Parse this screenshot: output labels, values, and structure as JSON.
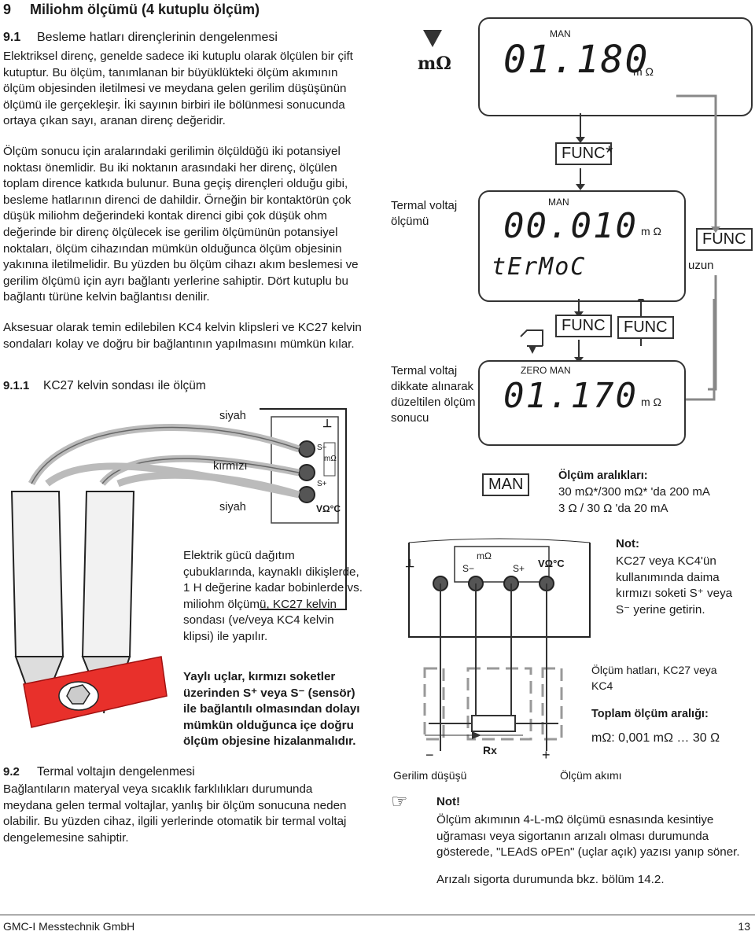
{
  "page": {
    "chapter_num": "9",
    "chapter_title": "Miliohm ölçümü (4 kutuplu ölçüm)",
    "footer_company": "GMC-I Messtechnik GmbH",
    "page_number": "13"
  },
  "s91": {
    "heading_num": "9.1",
    "heading_title": "Besleme hatları dirençlerinin dengelenmesi",
    "p1": "Elektriksel direnç, genelde sadece iki kutuplu olarak ölçülen bir çift kutuptur. Bu ölçüm, tanımlanan bir büyüklükteki ölçüm akımının ölçüm objesinden iletilmesi ve meydana gelen gerilim düşüşünün ölçümü ile gerçekleşir. İki sayının birbiri ile bölünmesi sonucunda ortaya çıkan sayı, aranan direnç değeridir.",
    "p2": "Ölçüm sonucu için aralarındaki gerilimin ölçüldüğü iki potansiyel noktası önemlidir. Bu iki noktanın arasındaki her direnç, ölçülen toplam dirence katkıda bulunur. Buna geçiş dirençleri olduğu gibi, besleme hatlarının direnci de dahildir. Örneğin bir kontaktörün çok düşük miliohm değerindeki kontak direnci gibi çok düşük ohm değerinde bir direnç ölçülecek ise gerilim ölçümünün potansiyel noktaları, ölçüm cihazından mümkün olduğunca ölçüm objesinin yakınına iletilmelidir. Bu yüzden bu ölçüm cihazı akım beslemesi ve gerilim ölçümü için ayrı bağlantı yerlerine sahiptir. Dört kutuplu bu bağlantı türüne kelvin bağlantısı denilir.",
    "p3": "Aksesuar olarak temin edilebilen KC4 kelvin klipsleri ve KC27 kelvin sondaları kolay ve doğru bir bağlantının yapılmasını mümkün kılar."
  },
  "s911": {
    "heading_num": "9.1.1",
    "heading_title": "KC27 kelvin sondası ile ölçüm",
    "label_siyah_top": "siyah",
    "label_kirmizi": "kırmızı",
    "label_siyah_bottom": "siyah",
    "socket_ground": "⊥",
    "socket_s_minus": "S−",
    "socket_mohm": "mΩ",
    "socket_s_plus": "S+",
    "socket_vohm": "VΩ°C",
    "text_elektrik": "Elektrik gücü dağıtım çubuklarında, kaynaklı dikişlerde, 1 H değerine kadar bobinlerde vs. miliohm ölçümü, KC27 kelvin sondası (ve/veya KC4 kelvin klipsi) ile yapılır.",
    "text_yalitli": "Yaylı uçlar, kırmızı soketler üzerinden S⁺ veya S⁻ (sensör) ile bağlantılı olmasından dolayı mümkün olduğunca içe doğru ölçüm objesine hizalanmalıdır."
  },
  "s92": {
    "heading_num": "9.2",
    "heading_title": "Termal voltajın dengelenmesi",
    "p1": "Bağlantıların materyal veya sıcaklık farklılıkları durumunda meydana gelen termal voltajlar, yanlış bir ölçüm sonucuna neden olabilir. Bu yüzden cihaz, ilgili yerlerinde otomatik bir termal voltaj dengelemesine sahiptir."
  },
  "right": {
    "mohm_label": "mΩ",
    "termal_olcumu": "Termal voltaj ölçümü",
    "termal_dikkate": "Termal voltaj dikkate alınarak düzeltilen ölçüm sonucu",
    "display1": {
      "mode": "MAN",
      "value": "01.180",
      "unit": "m Ω"
    },
    "func_star": "FUNC",
    "star": "*",
    "display2": {
      "mode": "MAN",
      "value": "00.010",
      "unit": "m Ω",
      "sub": "tErMoC"
    },
    "func_long": "FUNC",
    "uzun": "uzun",
    "func_left": "FUNC",
    "func_right": "FUNC",
    "display3": {
      "zero": "ZERO",
      "mode": "MAN",
      "value": "01.170",
      "unit": "m Ω"
    },
    "man_button": "MAN",
    "olcum_araliklari": "Ölçüm aralıkları:",
    "range1": "30 mΩ*/300 mΩ* 'da 200 mA",
    "range2": "3   Ω /  30   Ω 'da  20 mA",
    "not_title": "Not:",
    "not_text": "KC27 veya KC4'ün kullanımında daima kırmızı soketi S⁺ veya S⁻ yerine getirin.",
    "circuit_ground": "⊥",
    "circuit_s_minus": "S−",
    "circuit_mohm": "mΩ",
    "circuit_s_plus": "S+",
    "circuit_vohm": "VΩ°C",
    "olcum_hatlari": "Ölçüm hatları, KC27 veya KC4",
    "toplam": "Toplam ölçüm aralığı:",
    "toplam_range": "mΩ: 0,001 mΩ … 30 Ω",
    "rx": "Rx",
    "minus": "−",
    "plus": "+",
    "gerilim": "Gerilim düşüşü",
    "olcum_akimi": "Ölçüm akımı",
    "not2_title": "Not!",
    "not2_text": "Ölçüm akımının 4-L-mΩ ölçümü esnasında kesintiye uğraması veya sigortanın arızalı olması durumunda gösterede, \"LEAdS oPEn\" (uçlar açık) yazısı yanıp söner.",
    "not2_text2": "Arızalı sigorta durumunda bkz. bölüm 14.2."
  }
}
